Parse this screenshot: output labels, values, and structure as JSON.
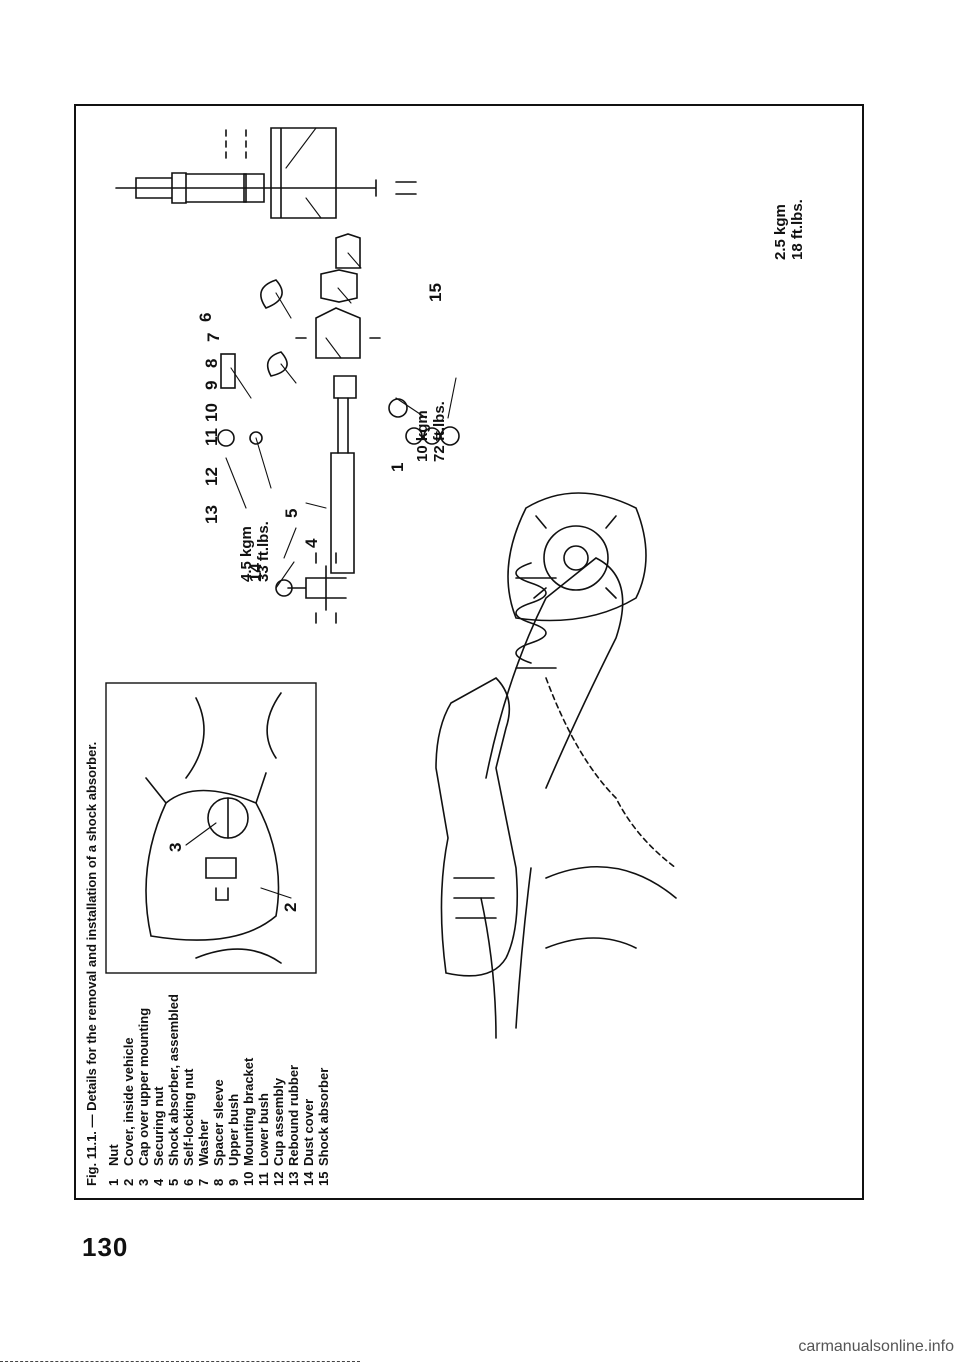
{
  "page": {
    "number": "130"
  },
  "figure": {
    "caption": "Fig. 11.1. — Details for the removal and installation of a shock absorber.",
    "legend": [
      {
        "n": "1",
        "label": "Nut"
      },
      {
        "n": "2",
        "label": "Cover, inside vehicle"
      },
      {
        "n": "3",
        "label": "Cap over upper mounting"
      },
      {
        "n": "4",
        "label": "Securing nut"
      },
      {
        "n": "5",
        "label": "Shock absorber, assembled"
      },
      {
        "n": "6",
        "label": "Self-locking nut"
      },
      {
        "n": "7",
        "label": "Washer"
      },
      {
        "n": "8",
        "label": "Spacer sleeve"
      },
      {
        "n": "9",
        "label": "Upper bush"
      },
      {
        "n": "10",
        "label": "Mounting bracket"
      },
      {
        "n": "11",
        "label": "Lower bush"
      },
      {
        "n": "12",
        "label": "Cup assembly"
      },
      {
        "n": "13",
        "label": "Rebound rubber"
      },
      {
        "n": "14",
        "label": "Dust cover"
      },
      {
        "n": "15",
        "label": "Shock absorber"
      }
    ],
    "torque_specs": {
      "upper_mount": {
        "kgm": "4.5 kgm",
        "ftlbs": "33 ft.lbs."
      },
      "lower_mount": {
        "kgm": "10 kgm",
        "ftlbs": "72 ft.lbs."
      },
      "self_locking_nut": {
        "kgm": "2.5 kgm",
        "ftlbs": "18 ft.lbs."
      }
    },
    "callouts": {
      "c1": "1",
      "c2": "2",
      "c3": "3",
      "c4": "4",
      "c5": "5",
      "c6": "6",
      "c7": "7",
      "c8": "8",
      "c9": "9",
      "c10": "10",
      "c11": "11",
      "c12": "12",
      "c13": "13",
      "c14": "14",
      "c15": "15"
    }
  },
  "footer": {
    "watermark": "carmanualsonline.info"
  }
}
